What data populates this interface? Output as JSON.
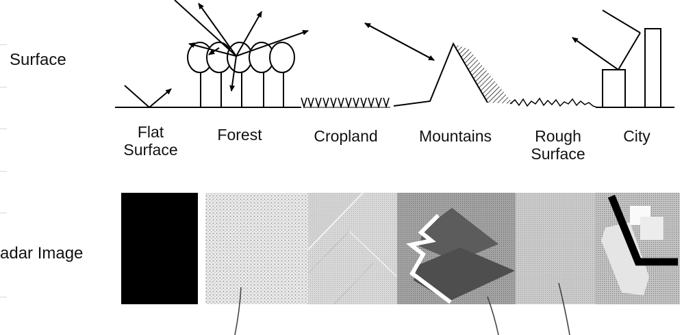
{
  "row_labels": {
    "surface": "Surface",
    "radar_image": "adar Image"
  },
  "categories": [
    {
      "key": "flat",
      "lines": [
        "Flat",
        "Surface"
      ],
      "tone": "#000000"
    },
    {
      "key": "forest",
      "lines": [
        "Forest"
      ],
      "tone": "#e4e4e4"
    },
    {
      "key": "cropland",
      "lines": [
        "Cropland"
      ],
      "tone": "#cfcfcf"
    },
    {
      "key": "mountains",
      "lines": [
        "Mountains"
      ],
      "tone": "#8a8a8a"
    },
    {
      "key": "rough",
      "lines": [
        "Rough",
        "Surface"
      ],
      "tone": "#c4c4c4"
    },
    {
      "key": "city",
      "lines": [
        "City"
      ],
      "tone": "#b0b0b0"
    }
  ]
}
